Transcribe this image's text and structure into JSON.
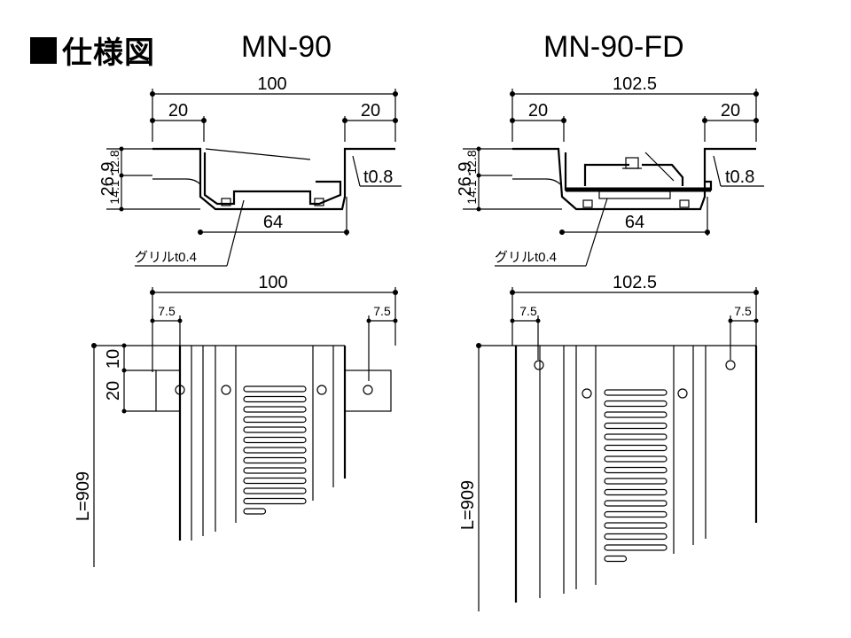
{
  "heading": {
    "label": "仕様図",
    "icon": "square-bullet-icon"
  },
  "models": {
    "left": {
      "name": "MN-90"
    },
    "right": {
      "name": "MN-90-FD"
    }
  },
  "section_left": {
    "width_total": "100",
    "flange_left": "20",
    "flange_right": "20",
    "height_total": "26.9",
    "height_upper": "12.8",
    "height_lower": "14.1",
    "thickness": "t0.8",
    "inner_width": "64",
    "grill_label": "グリルt0.4"
  },
  "section_right": {
    "width_total": "102.5",
    "flange_left": "20",
    "flange_right": "20",
    "height_total": "26.9",
    "height_upper": "12.8",
    "height_lower": "14.1",
    "thickness": "t0.8",
    "inner_width": "64",
    "grill_label": "グリルt0.4"
  },
  "plan_left": {
    "width_total": "100",
    "hole_offset_left": "7.5",
    "hole_offset_right": "7.5",
    "tab_top": "10",
    "tab_height": "20",
    "length": "L=909"
  },
  "plan_right": {
    "width_total": "102.5",
    "hole_offset_left": "7.5",
    "hole_offset_right": "7.5",
    "length": "L=909"
  }
}
